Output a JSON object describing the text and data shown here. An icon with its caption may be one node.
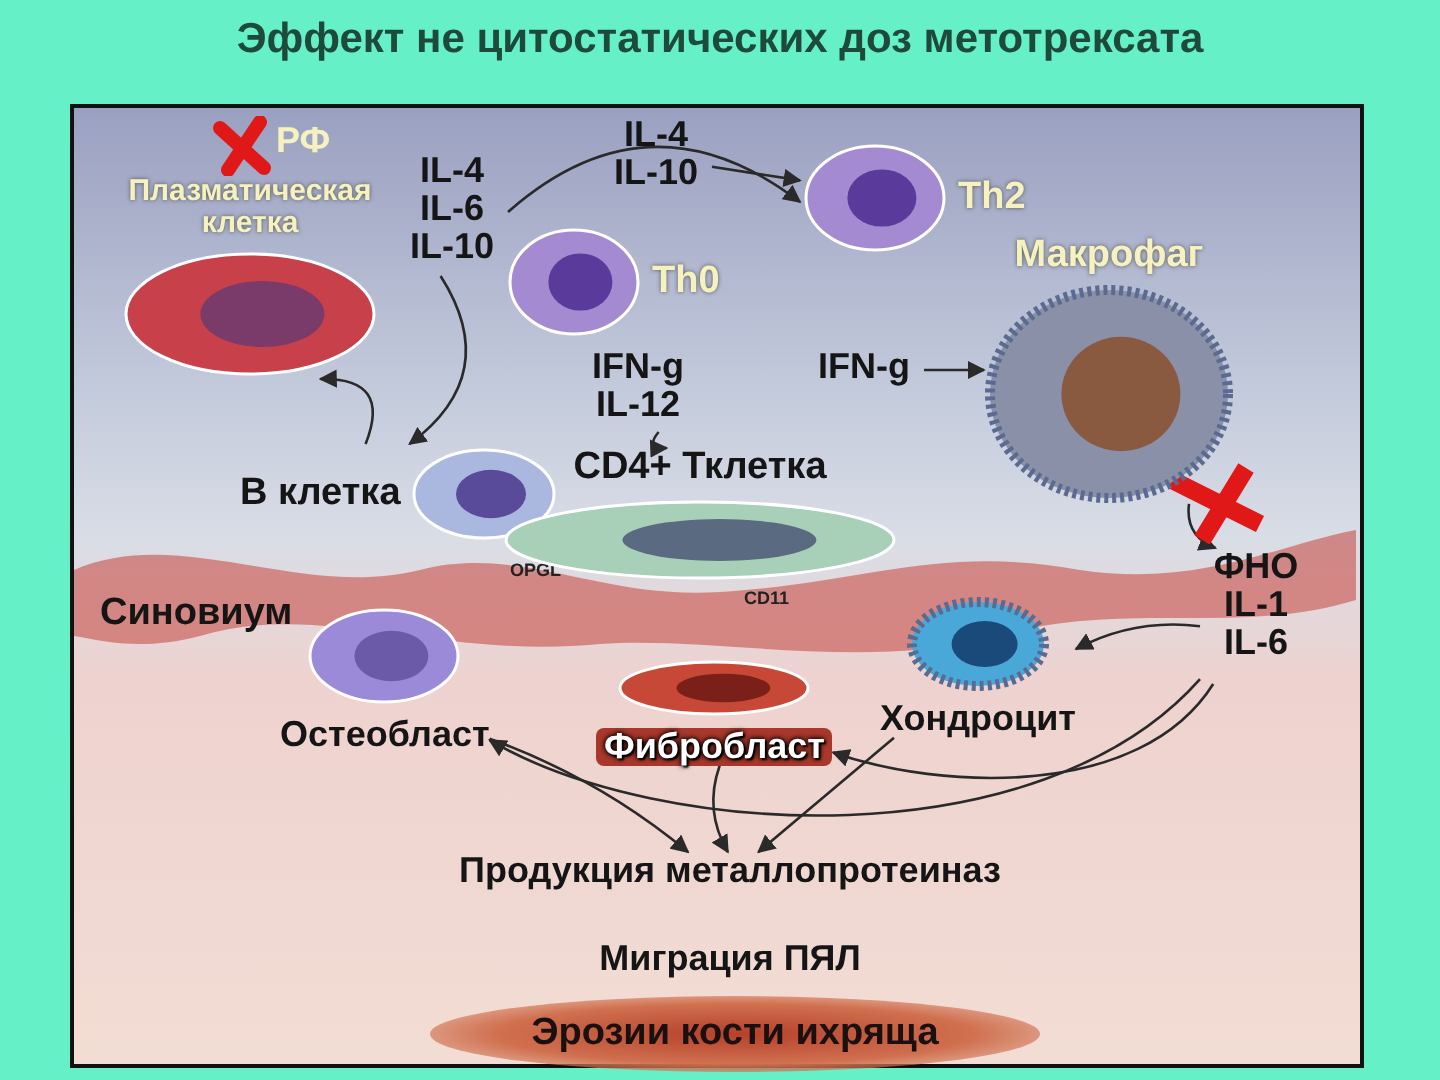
{
  "diagram": {
    "title": "Эффект не цитостатических доз метотрексата",
    "nodes": [
      {
        "text": [
          "Плазматическая клетка"
        ]
      },
      {
        "text": [
          "В клетка"
        ]
      },
      {
        "text": [
          "Th0"
        ]
      },
      {
        "text": [
          "Th2"
        ]
      },
      {
        "text": [
          "Макрофаг"
        ]
      },
      {
        "text": [
          "CD4+ Тклетка"
        ]
      },
      {
        "text": [
          "Остеобласт"
        ]
      },
      {
        "text": [
          "Фибробласт"
        ]
      },
      {
        "text": [
          "Хондроцит"
        ]
      },
      {
        "text": [
          "IL-4 IL-6 IL-10"
        ]
      },
      {
        "text": [
          "IL-4 IL-10"
        ]
      },
      {
        "text": [
          "IFN-g IL-12"
        ]
      },
      {
        "text": [
          "IFN-g"
        ]
      },
      {
        "text": [
          "ФНО IL-1 IL-6"
        ]
      },
      {
        "text": [
          "Продукция металлопротеиназ"
        ]
      },
      {
        "text": [
          "Миграция ПЯЛ"
        ]
      },
      {
        "text": [
          "Эрозии кости ихряща"
        ]
      }
    ],
    "edges": [
      {
        "from": 1,
        "to": 0,
        "arrow": "to"
      },
      {
        "from": 9,
        "to": 1,
        "arrow": "to"
      },
      {
        "from": 9,
        "to": 3,
        "arrow": "to"
      },
      {
        "from": 10,
        "to": 3,
        "arrow": "to"
      },
      {
        "from": 11,
        "to": 5,
        "arrow": "to"
      },
      {
        "from": 12,
        "to": 4,
        "arrow": "to"
      },
      {
        "from": 4,
        "to": 13,
        "arrow": "to"
      },
      {
        "from": 13,
        "to": 8,
        "arrow": "to"
      },
      {
        "from": 13,
        "to": 7,
        "arrow": "to"
      },
      {
        "from": 13,
        "to": 6,
        "arrow": "to"
      },
      {
        "from": 6,
        "to": 14,
        "arrow": "to"
      },
      {
        "from": 7,
        "to": 14,
        "arrow": "to"
      },
      {
        "from": 8,
        "to": 14,
        "arrow": "to"
      }
    ],
    "labels": [
      "РФ",
      "OPGL",
      "CD11",
      "Синовиум"
    ]
  }
}
